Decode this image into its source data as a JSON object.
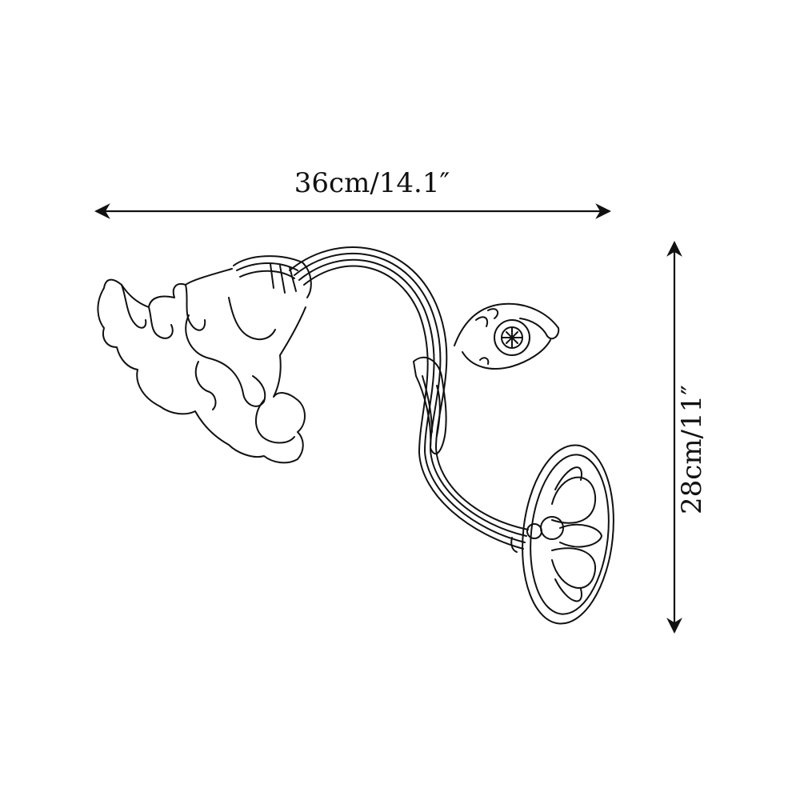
{
  "dimensions": {
    "width_label": "36cm/14.1″",
    "height_label": "28cm/11″"
  },
  "colors": {
    "ink": "#111111",
    "background": "#ffffff"
  },
  "subject": "lamp-line-drawing"
}
